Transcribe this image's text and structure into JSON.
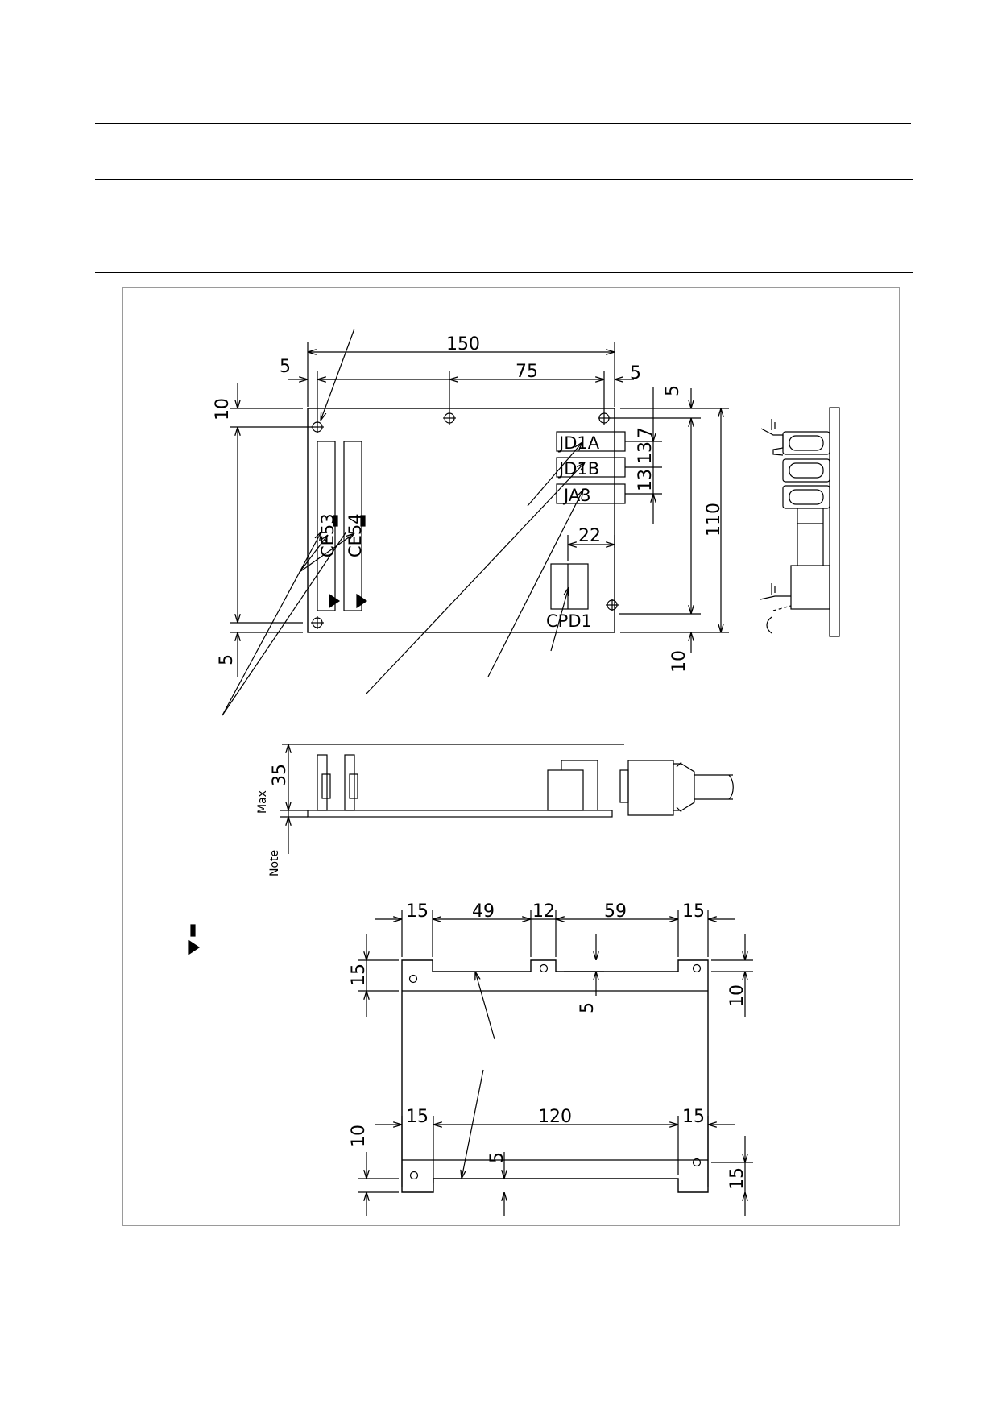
{
  "top_view": {
    "dims": {
      "width": "150",
      "center": "75",
      "left_margin": "5",
      "right_margin": "5",
      "top_margin_right": "5",
      "left_top": "10",
      "left_bottom": "5",
      "right_bottom": "10",
      "height": "110",
      "pitch_1": "7",
      "pitch_2": "13",
      "pitch_3": "13",
      "cpd_offset": "22"
    },
    "connectors": {
      "jd1a": "JD1A",
      "jd1b": "JD1B",
      "ja3": "JA3",
      "cpd1": "CPD1",
      "ce53": "CE53",
      "ce54": "CE54"
    }
  },
  "side_view": {
    "height": "35",
    "max_label": "Max",
    "note_label": "Note"
  },
  "bracket_view": {
    "top_dims": [
      "15",
      "49",
      "12",
      "59",
      "15"
    ],
    "bottom_dims": [
      "15",
      "120",
      "15"
    ],
    "left_top": "15",
    "notch_top": "5",
    "right_top": "10",
    "left_bottom": "10",
    "notch_bottom": "5",
    "right_bottom": "15"
  },
  "colors": {
    "line": "#000000",
    "frame": "#9a9a9a"
  }
}
